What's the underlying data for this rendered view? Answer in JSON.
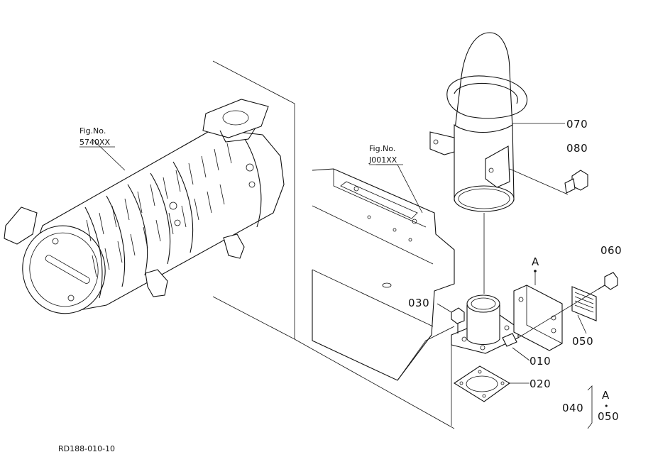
{
  "diagram": {
    "drawing_code": "RD188-010-10",
    "refs": [
      {
        "id": "ref-5740xx",
        "line1": "Fig.No.",
        "line2": "5740XX"
      },
      {
        "id": "ref-j001xx",
        "line1": "Fig.No.",
        "line2": "J001XX"
      }
    ],
    "callouts": {
      "p070": "070",
      "p080": "080",
      "p060": "060",
      "p030": "030",
      "p010": "010",
      "p050": "050",
      "p020": "020",
      "p040": "040"
    },
    "view_marker": "A",
    "legend": {
      "letter": "A",
      "dot": "•",
      "part": "050"
    }
  }
}
